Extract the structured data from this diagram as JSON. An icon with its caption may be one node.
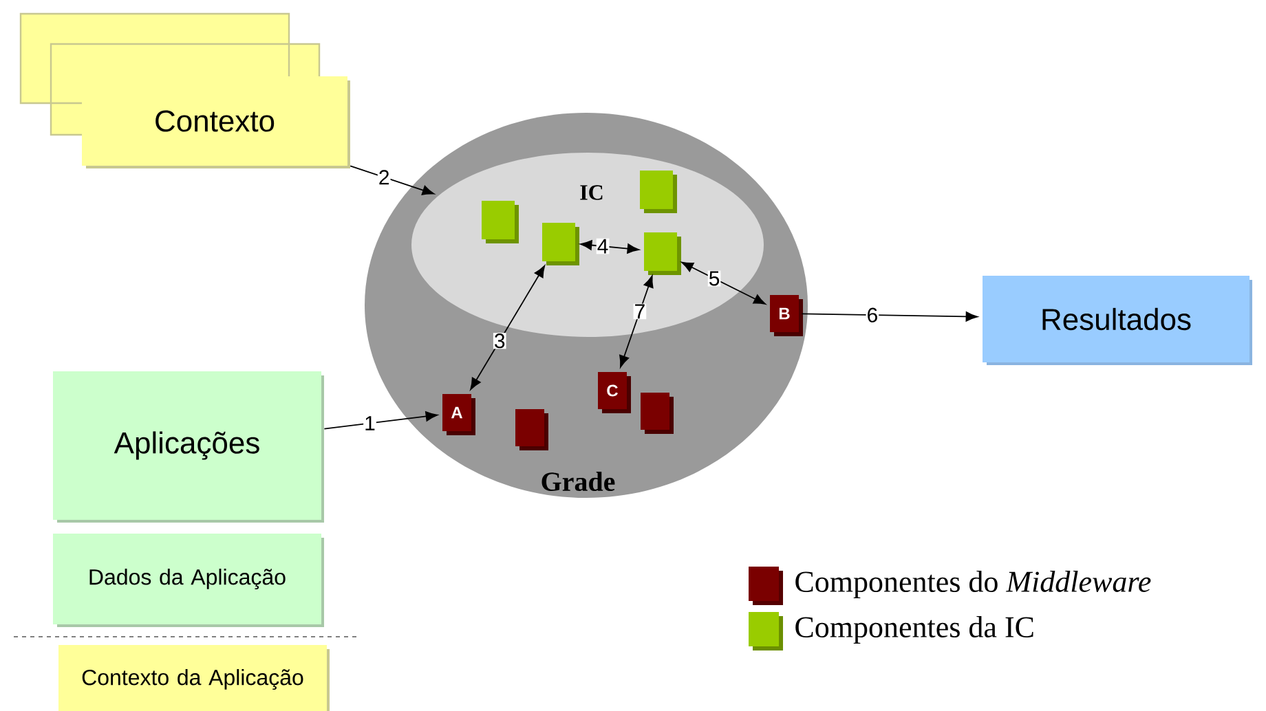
{
  "diagram": {
    "nodes": [
      {
        "text": [
          "Contexto"
        ]
      },
      {
        "text": [
          "Grade"
        ]
      },
      {
        "text": [
          "IC"
        ],
        "in": 1
      },
      {
        "text": [],
        "shape": "box",
        "in": 2
      },
      {
        "text": [],
        "shape": "box",
        "in": 2
      },
      {
        "text": [],
        "shape": "box",
        "in": 2
      },
      {
        "text": [],
        "shape": "box",
        "in": 2
      },
      {
        "text": [
          "A"
        ],
        "in": 1
      },
      {
        "text": [],
        "shape": "box",
        "in": 1
      },
      {
        "text": [
          "C"
        ],
        "in": 1
      },
      {
        "text": [],
        "shape": "box",
        "in": 1
      },
      {
        "text": [
          "B"
        ],
        "in": 1
      },
      {
        "text": [
          "Resultados"
        ]
      },
      {
        "text": [
          "Aplicações"
        ]
      },
      {
        "text": [
          "Dados da Aplicação"
        ]
      },
      {
        "text": [
          "Contexto da Aplicação"
        ]
      }
    ],
    "edges": [
      {
        "from": 0,
        "to": 2,
        "arrow": "to",
        "label": "2"
      },
      {
        "from": 13,
        "to": 7,
        "arrow": "to",
        "label": "1"
      },
      {
        "from": 7,
        "to": 4,
        "arrow": "both",
        "label": "3"
      },
      {
        "from": 4,
        "to": 6,
        "arrow": "both",
        "label": "4"
      },
      {
        "from": 6,
        "to": 11,
        "arrow": "both",
        "label": "5"
      },
      {
        "from": 11,
        "to": 12,
        "arrow": "to",
        "label": "6"
      },
      {
        "from": 6,
        "to": 9,
        "arrow": "both",
        "label": "7"
      }
    ],
    "legend": [
      {
        "text": "Componentes do *Middleware*",
        "color": "#7a0000"
      },
      {
        "text": "Componentes da IC",
        "color": "#99cc00"
      }
    ]
  }
}
